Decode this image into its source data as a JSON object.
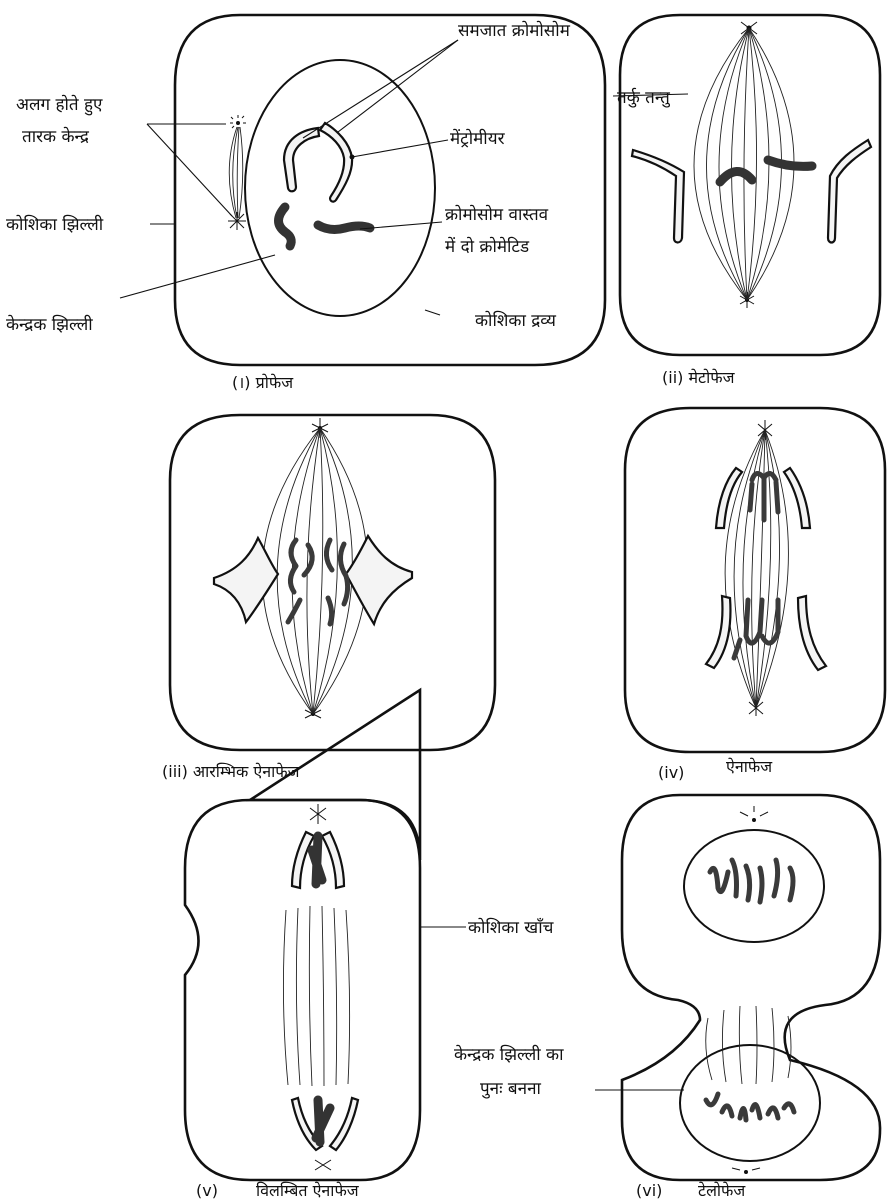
{
  "panels": [
    {
      "caption": "(।) प्रोफेज",
      "labels": {
        "homologous": "समजात क्रोमोसोम",
        "centrosomes_line1": "अलग होते हुए",
        "centrosomes_line2": "तारक केन्द्र",
        "centromere": "मेंट्रोमीयर",
        "cell_membrane": "कोशिका झिल्ली",
        "chromatids_line1": "क्रोमोसोम वास्तव",
        "chromatids_line2": "में दो क्रोमेटिड",
        "nuclear_membrane": "केन्द्रक झिल्ली",
        "cytoplasm": "कोशिका द्रव्य"
      }
    },
    {
      "caption": "(ii) मेटोफेज",
      "labels": {
        "spindle": "तर्कु तन्तु"
      }
    },
    {
      "caption": "(iii) आरम्भिक ऐनाफेज"
    },
    {
      "caption_num": "(iv)",
      "caption": "ऐनाफेज"
    },
    {
      "caption_num": "(v)",
      "caption": "विलम्बित ऐनाफेज",
      "labels": {
        "furrow": "कोशिका खाँच"
      }
    },
    {
      "caption_num": "(vi)",
      "caption": "टेलोफेज",
      "labels": {
        "reform_line1": "केन्द्रक झिल्ली का",
        "reform_line2": "पुनः बनना"
      }
    }
  ]
}
